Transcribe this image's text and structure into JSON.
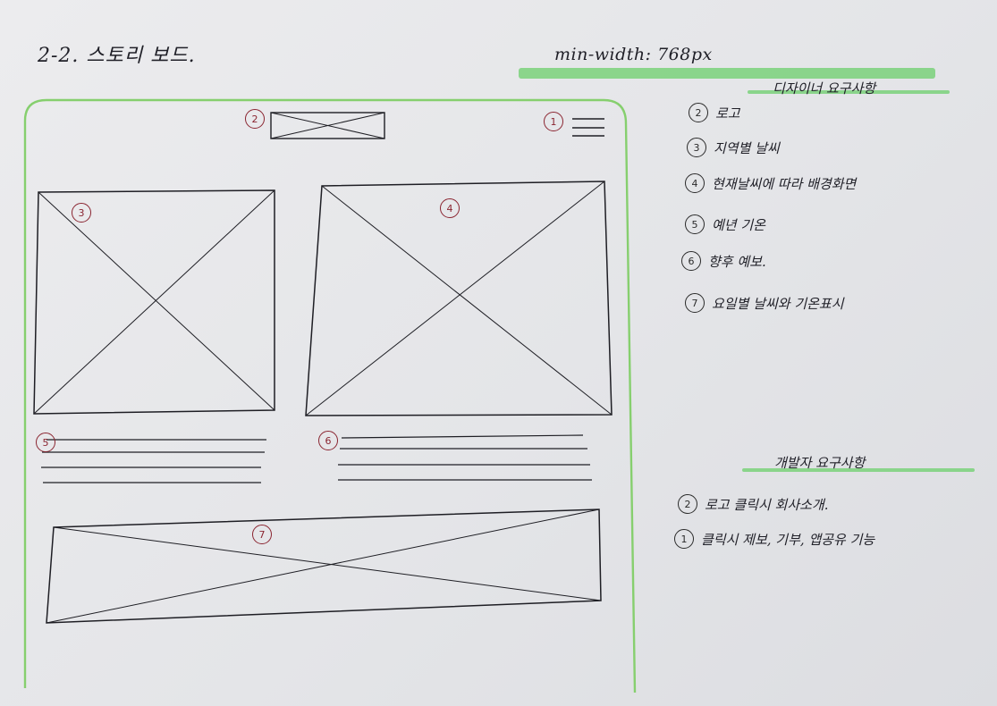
{
  "header": {
    "title": "2-2. 스토리 보드.",
    "min_width": "min-width: 768px"
  },
  "wireframe_markers": [
    "1",
    "2",
    "3",
    "4",
    "5",
    "6",
    "7"
  ],
  "designer": {
    "heading": "디자이너 요구사항",
    "items": [
      {
        "num": "2",
        "text": "로고"
      },
      {
        "num": "3",
        "text": "지역별 날씨"
      },
      {
        "num": "4",
        "text": "현재날씨에 따라 배경화면"
      },
      {
        "num": "5",
        "text": "예년 기온"
      },
      {
        "num": "6",
        "text": "향후 예보."
      },
      {
        "num": "7",
        "text": "요일별 날씨와 기온표시"
      }
    ]
  },
  "developer": {
    "heading": "개발자 요구사항",
    "items": [
      {
        "num": "2",
        "text": "로고 클릭시 회사소개."
      },
      {
        "num": "1",
        "text": "클릭시 제보, 기부, 앱공유 기능"
      }
    ]
  },
  "colors": {
    "highlight": "#7ad17a",
    "frame": "#86cf6e",
    "ink": "#1e1e24",
    "marker_red": "#8a2430"
  }
}
